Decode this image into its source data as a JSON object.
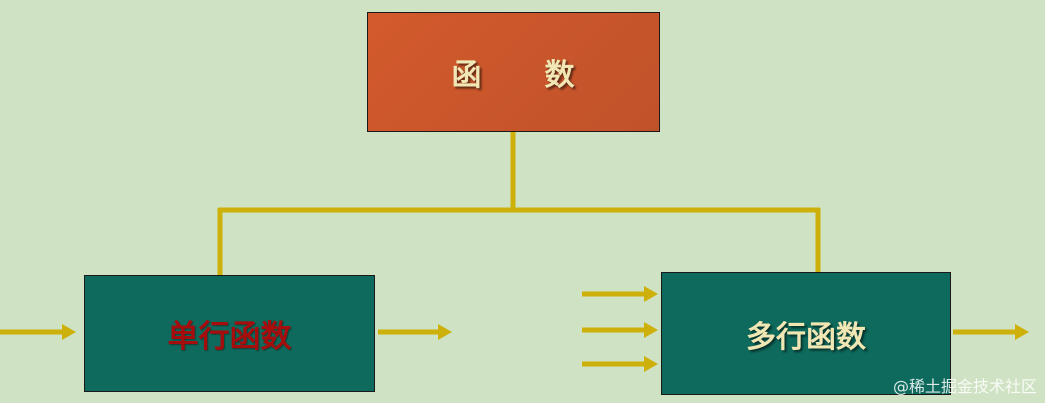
{
  "diagram": {
    "top_node": {
      "char1": "函",
      "char2": "数"
    },
    "left_node": {
      "label": "单行函数"
    },
    "right_node": {
      "label": "多行函数"
    },
    "colors": {
      "background": "#cfe2c3",
      "connector": "#cdb10a",
      "top_fill": "#c9552b",
      "bottom_fill": "#0e6a5c",
      "left_text": "#a60d0d",
      "light_text": "#f1e7b4"
    }
  },
  "watermark": "@稀土掘金技术社区"
}
